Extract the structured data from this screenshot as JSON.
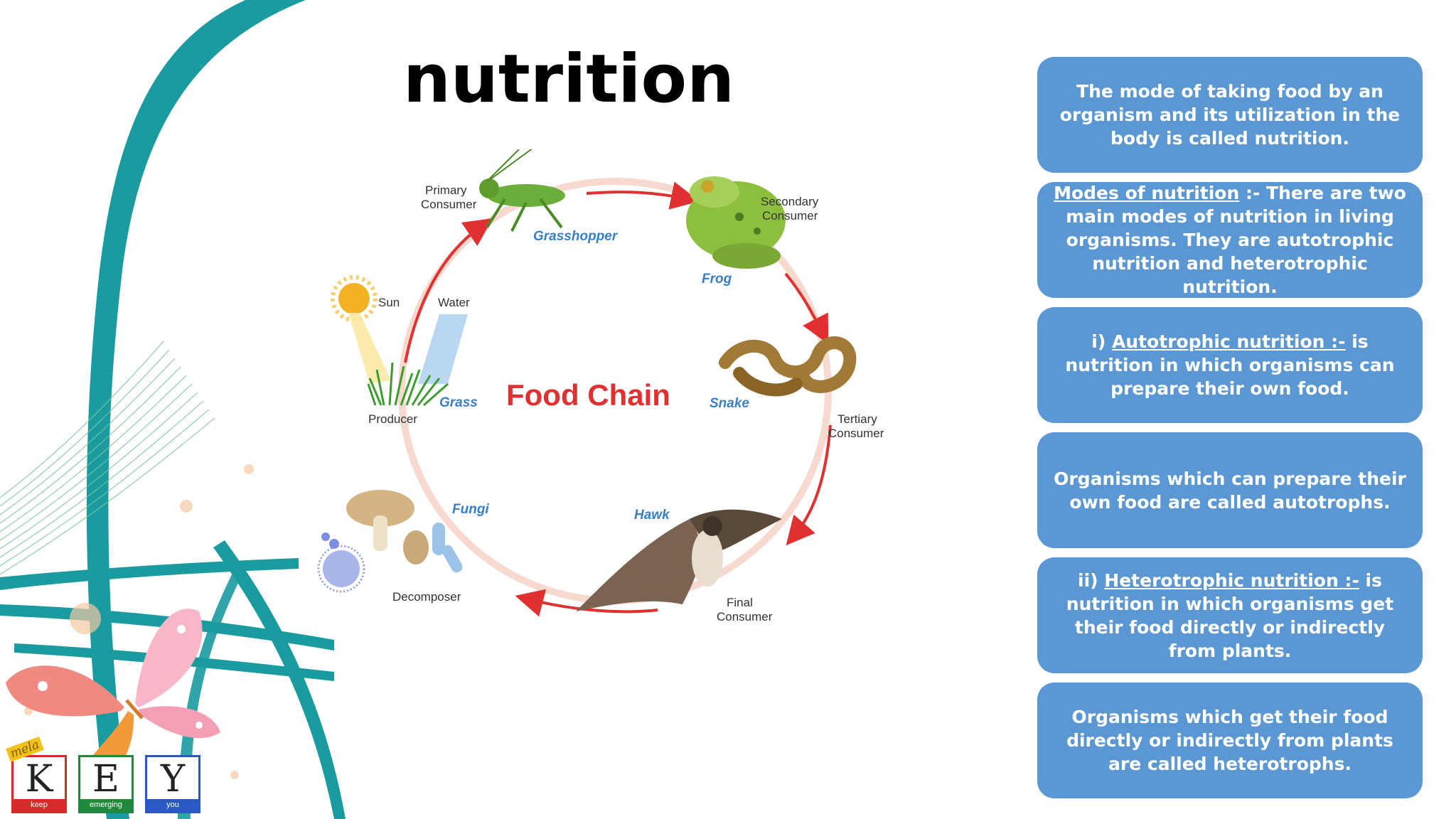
{
  "slide": {
    "title": "nutrition"
  },
  "diagram": {
    "title": "Food Chain",
    "nodes": [
      {
        "role": "Producer",
        "name": "Grass"
      },
      {
        "role_line1": "Primary",
        "role_line2": "Consumer",
        "name": "Grasshopper"
      },
      {
        "role_line1": "Secondary",
        "role_line2": "Consumer",
        "name": "Frog"
      },
      {
        "role_line1": "Tertiary",
        "role_line2": "Consumer",
        "name": "Snake"
      },
      {
        "role_line1": "Final",
        "role_line2": "Consumer",
        "name": "Hawk"
      },
      {
        "role": "Decomposer",
        "name": "Fungi"
      }
    ],
    "inputs": {
      "sun": "Sun",
      "water": "Water"
    },
    "colors": {
      "arrow": "#e03030",
      "ring": "#f8d9cf",
      "title": "#e03030",
      "name": "#3a7fc4"
    }
  },
  "boxes": [
    {
      "text": "The mode of taking food by an organism and its utilization in the body is called nutrition."
    },
    {
      "term": "Modes of nutrition",
      "rest": " :- There are two main modes of nutrition in living organisms. They are autotrophic nutrition and heterotrophic nutrition."
    },
    {
      "prefix": "i) ",
      "term": "Autotrophic nutrition :-",
      "rest": "  is nutrition in which organisms can prepare their own food."
    },
    {
      "text": "Organisms which can prepare their own food are called autotrophs."
    },
    {
      "prefix": "ii) ",
      "term": "Heterotrophic nutrition :-",
      "rest": " is nutrition in which organisms get their food directly or indirectly from plants."
    },
    {
      "text": "Organisms which get their food directly or indirectly from plants are called heterotrophs."
    }
  ],
  "box_color": "#5b97d3",
  "logo": {
    "badge": "mela",
    "letters": [
      {
        "letter": "K",
        "word": "keep",
        "color": "#d62b2b"
      },
      {
        "letter": "E",
        "word": "emerging",
        "color": "#1f8a3b"
      },
      {
        "letter": "Y",
        "word": "you",
        "color": "#2a58c4"
      }
    ]
  }
}
